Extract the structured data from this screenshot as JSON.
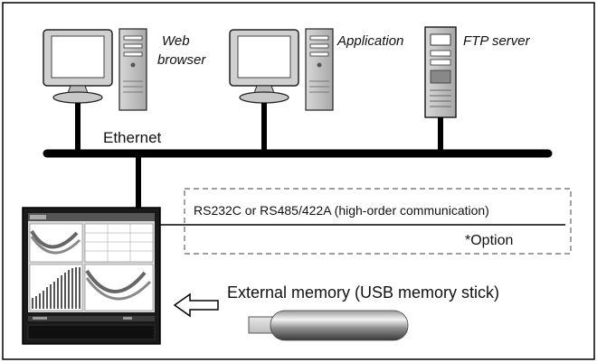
{
  "labels": {
    "web_browser_line1": "Web",
    "web_browser_line2": "browser",
    "application": "Application",
    "ftp_server": "FTP server",
    "ethernet": "Ethernet",
    "serial": "RS232C or RS485/422A (high-order communication)",
    "option": "*Option",
    "external_memory": "External memory (USB memory stick)"
  }
}
